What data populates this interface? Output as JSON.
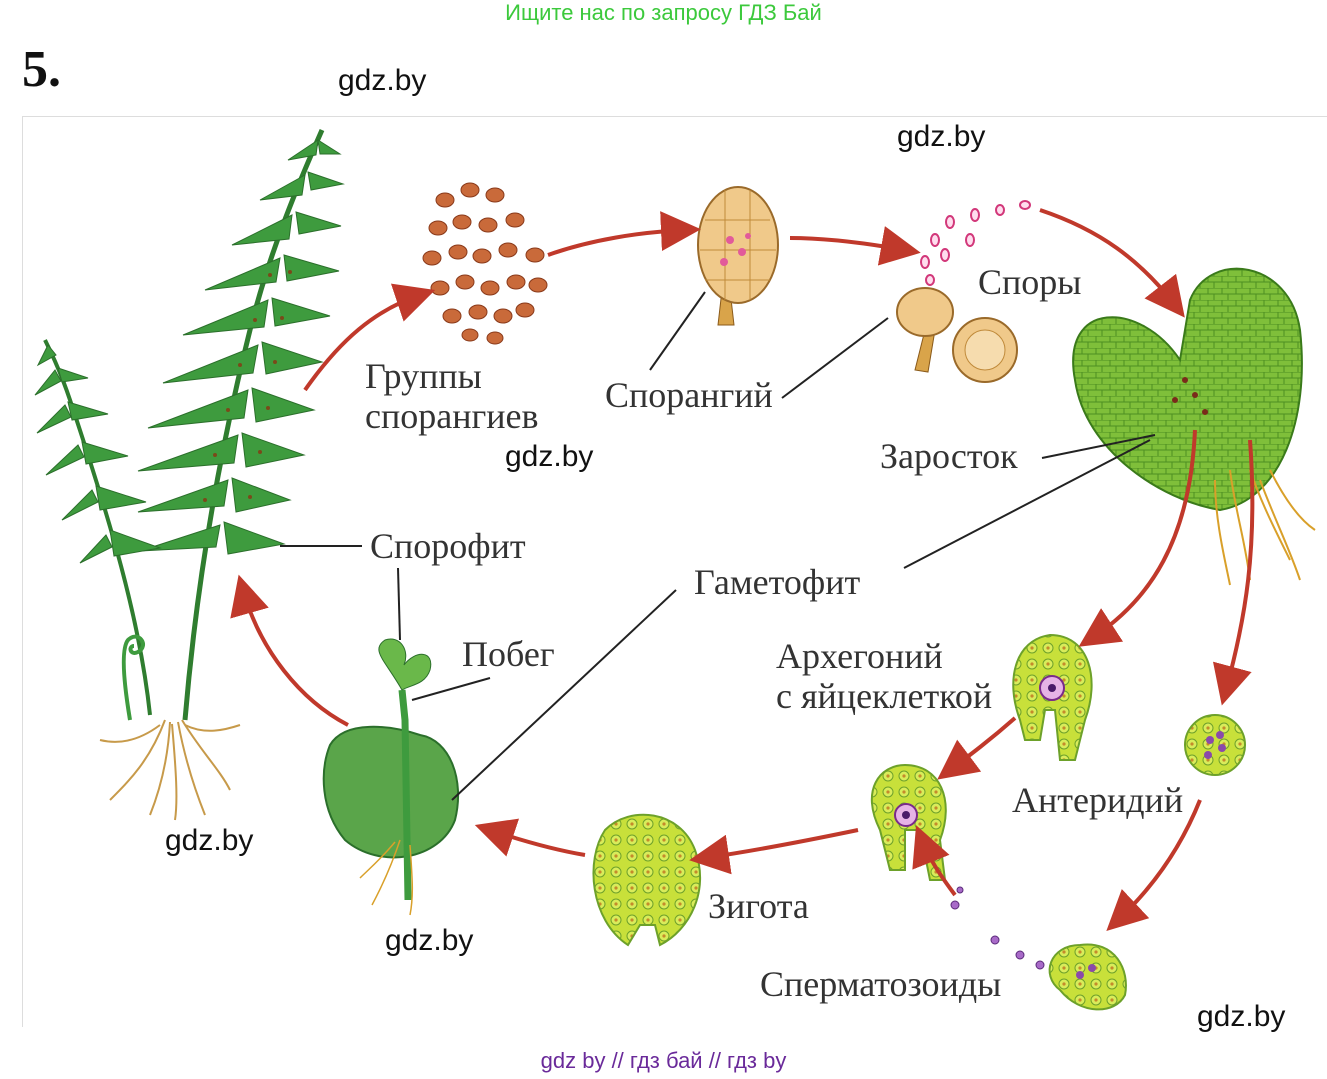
{
  "banner": "Ищите нас по запросу ГДЗ Бай",
  "task_number": "5.",
  "watermark": "gdz.by",
  "labels": {
    "sporangia_groups_1": "Группы",
    "sporangia_groups_2": "спорангиев",
    "sporangium": "Спорангий",
    "spores": "Споры",
    "prothallus": "Заросток",
    "sporophyte": "Спорофит",
    "gametophyte": "Гаметофит",
    "shoot": "Побег",
    "archegonium_1": "Архегоний",
    "archegonium_2": "с яйцеклеткой",
    "antheridium": "Антеридий",
    "zygote": "Зигота",
    "sperm": "Сперматозоиды"
  },
  "footer": "gdz by  //  гдз бай  //  гдз by",
  "colors": {
    "banner": "#3cc93c",
    "arrow": "#c0392b",
    "leaf": "#3a8f3a",
    "cell": "#b5d92e",
    "footer": "#6a2a9a"
  }
}
